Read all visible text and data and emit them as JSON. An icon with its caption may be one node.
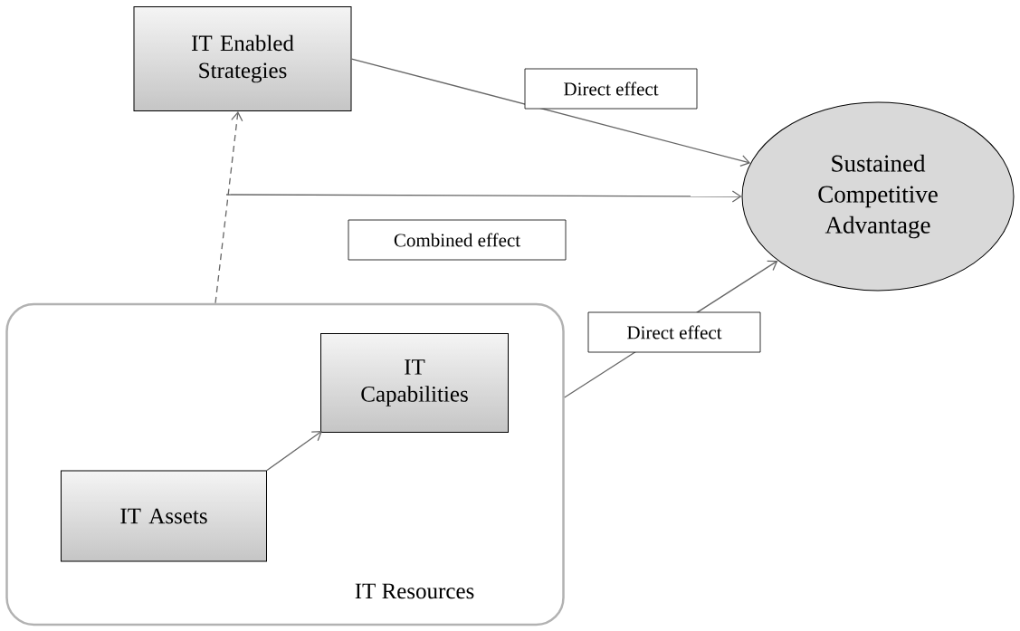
{
  "diagram": {
    "nodes": [
      {
        "text": [
          "IT Enabled Strategies"
        ]
      },
      {
        "text": [
          "Sustained Competitive Advantage"
        ]
      },
      {
        "text": [
          "IT Resources"
        ]
      },
      {
        "text": [
          "IT Capabilities"
        ],
        "in": 2
      },
      {
        "text": [
          "IT Assets"
        ],
        "in": 2
      }
    ],
    "edges": [
      {
        "from": 2,
        "to": 0,
        "arrow": "to",
        "style": "dashed"
      },
      {
        "from": 0,
        "to": 1,
        "arrow": "to",
        "label": "Direct effect"
      },
      {
        "from": null,
        "to": 1,
        "arrow": "to",
        "label": "Combined effect"
      },
      {
        "from": 2,
        "to": 1,
        "arrow": "to",
        "label": "Direct effect"
      },
      {
        "from": 4,
        "to": 3,
        "arrow": "to"
      }
    ]
  }
}
